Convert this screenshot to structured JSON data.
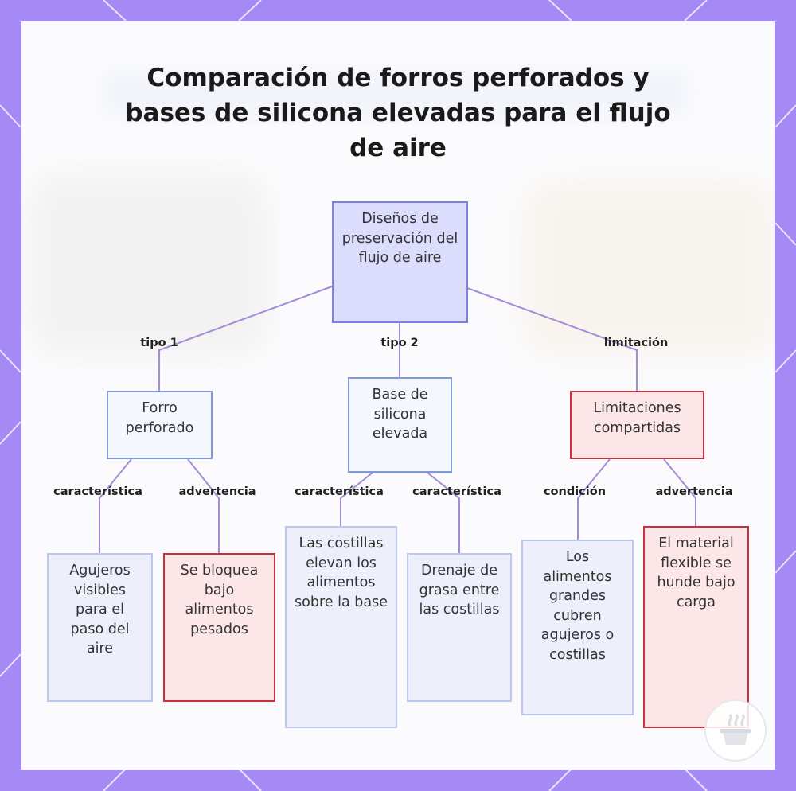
{
  "title": "Comparación de forros perforados y bases de silicona elevadas para el flujo de aire",
  "colors": {
    "frame": "#a58af5",
    "root_fill": "#dcdcfd",
    "root_border": "#7f7fe0",
    "category_border": "#7f9ad8",
    "leaf_border": "#bcc6ee",
    "warning_fill": "#fde6e8",
    "warning_border": "#c9303c",
    "connector": "#a58ad8"
  },
  "nodes": {
    "root": "Diseños de preservación del flujo de aire",
    "perforated_liner": "Forro perforado",
    "silicone_base": "Base de silicona elevada",
    "shared_limits": "Limitaciones compartidas",
    "visible_holes": "Agujeros visibles para el paso del aire",
    "blocked_heavy": "Se bloquea bajo alimentos pesados",
    "ribs_elevate": "Las costillas elevan los alimentos sobre la base",
    "grease_drain": "Drenaje de grasa entre las costillas",
    "large_foods": "Los alimentos grandes cubren agujeros o costillas",
    "flexible_sinks": "El material flexible se hunde bajo carga"
  },
  "edges": {
    "type1": "tipo 1",
    "type2": "tipo 2",
    "limitation": "limitación",
    "feature_a": "característica",
    "warning_a": "advertencia",
    "feature_b": "característica",
    "feature_c": "característica",
    "condition": "condición",
    "warning_b": "advertencia"
  },
  "logo_icon": "pot-steam-icon"
}
